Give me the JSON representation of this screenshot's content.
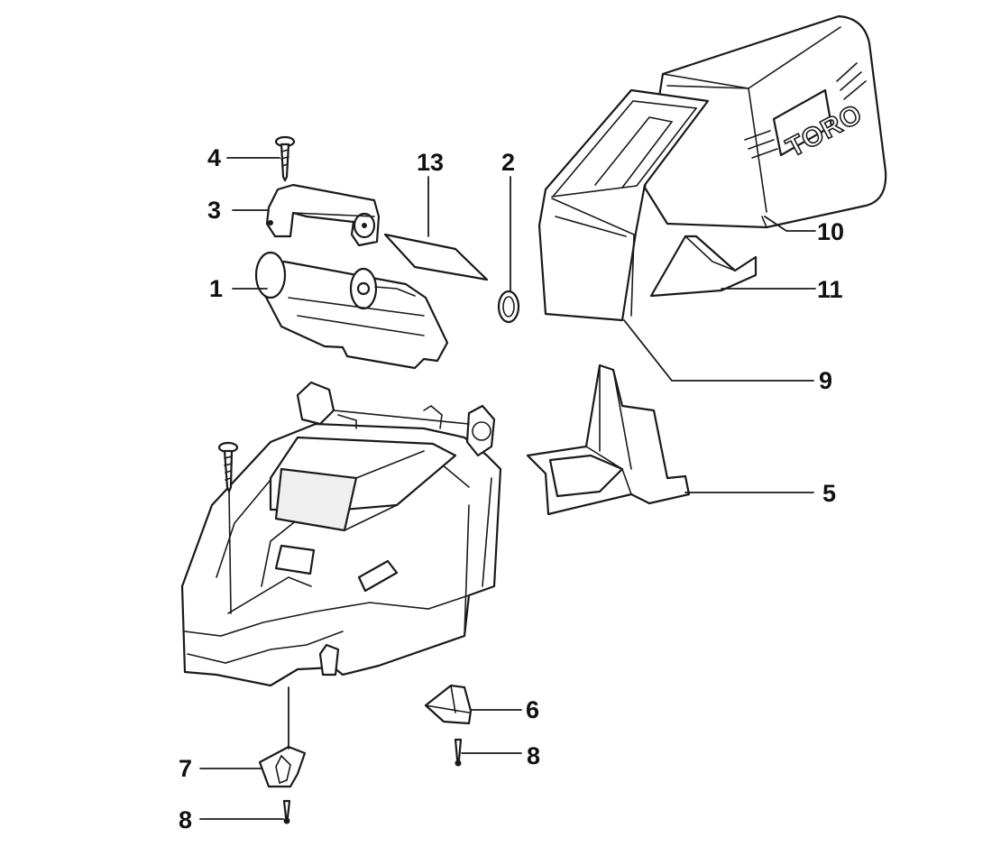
{
  "brand_logo": "TORO",
  "callouts": [
    {
      "label": "1"
    },
    {
      "label": "2"
    },
    {
      "label": "3"
    },
    {
      "label": "4"
    },
    {
      "label": "5"
    },
    {
      "label": "6"
    },
    {
      "label": "7"
    },
    {
      "label": "8"
    },
    {
      "label": "8"
    },
    {
      "label": "9"
    },
    {
      "label": "10"
    },
    {
      "label": "11"
    },
    {
      "label": "13"
    }
  ]
}
